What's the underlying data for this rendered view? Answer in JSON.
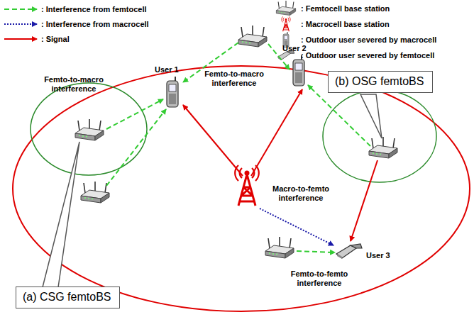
{
  "diagram": {
    "nodes": [
      {
        "text": [
          "(a) CSG femtoBS"
        ]
      },
      {
        "text": [
          "(b) OSG femtoBS"
        ]
      }
    ],
    "labels": [
      "User 1",
      "User 2",
      "User 3",
      "Femto-to-macro interference",
      "Femto-to-macro interference",
      "Macro-to-femto interference",
      "Femto-to-femto interference"
    ],
    "legend": [
      {
        "text": ": Interference from femtocell"
      },
      {
        "text": ": Interference from macrocell"
      },
      {
        "text": ": Signal"
      },
      {
        "text": ": Femtocell base station"
      },
      {
        "text": ": Macrocell base station"
      },
      {
        "text": ": Outdoor user severed by macrocell"
      },
      {
        "text": ": Outdoor user severed by femtocell"
      }
    ]
  }
}
